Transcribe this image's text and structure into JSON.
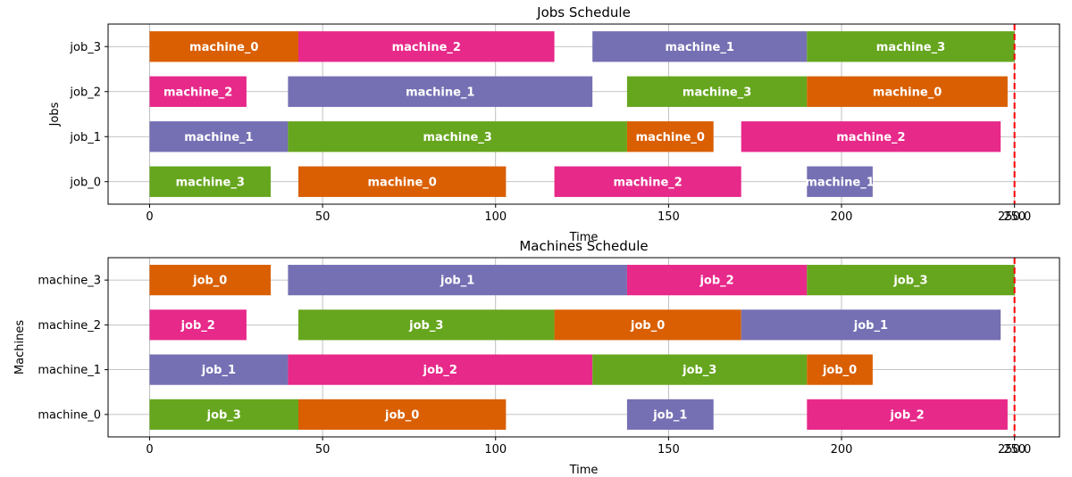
{
  "colors": {
    "machine_0": "#d95f02",
    "machine_1": "#7570b3",
    "machine_2": "#e7298a",
    "machine_3": "#66a61e",
    "job_0": "#d95f02",
    "job_1": "#7570b3",
    "job_2": "#e7298a",
    "job_3": "#66a61e",
    "makespan_line": "#ff0000"
  },
  "chart_data": [
    {
      "type": "gantt",
      "title": "Jobs Schedule",
      "xlabel": "Time",
      "ylabel": "Jobs",
      "xlim": [
        -12,
        263
      ],
      "xticks": [
        0,
        50,
        100,
        150,
        200,
        250
      ],
      "xtick_labels": [
        "0",
        "50",
        "100",
        "150",
        "200",
        "250"
      ],
      "grid": true,
      "makespan": 250,
      "makespan_label": "250.0",
      "rows": [
        "job_0",
        "job_1",
        "job_2",
        "job_3"
      ],
      "tasks": [
        {
          "row": "job_3",
          "label": "machine_0",
          "start": 0,
          "end": 43
        },
        {
          "row": "job_3",
          "label": "machine_2",
          "start": 43,
          "end": 117
        },
        {
          "row": "job_3",
          "label": "machine_1",
          "start": 128,
          "end": 190
        },
        {
          "row": "job_3",
          "label": "machine_3",
          "start": 190,
          "end": 250
        },
        {
          "row": "job_2",
          "label": "machine_2",
          "start": 0,
          "end": 28
        },
        {
          "row": "job_2",
          "label": "machine_1",
          "start": 40,
          "end": 128
        },
        {
          "row": "job_2",
          "label": "machine_3",
          "start": 138,
          "end": 190
        },
        {
          "row": "job_2",
          "label": "machine_0",
          "start": 190,
          "end": 248
        },
        {
          "row": "job_1",
          "label": "machine_1",
          "start": 0,
          "end": 40
        },
        {
          "row": "job_1",
          "label": "machine_3",
          "start": 40,
          "end": 138
        },
        {
          "row": "job_1",
          "label": "machine_0",
          "start": 138,
          "end": 163
        },
        {
          "row": "job_1",
          "label": "machine_2",
          "start": 171,
          "end": 246
        },
        {
          "row": "job_0",
          "label": "machine_3",
          "start": 0,
          "end": 35
        },
        {
          "row": "job_0",
          "label": "machine_0",
          "start": 43,
          "end": 103
        },
        {
          "row": "job_0",
          "label": "machine_2",
          "start": 117,
          "end": 171
        },
        {
          "row": "job_0",
          "label": "machine_1",
          "start": 190,
          "end": 209
        }
      ]
    },
    {
      "type": "gantt",
      "title": "Machines Schedule",
      "xlabel": "Time",
      "ylabel": "Machines",
      "xlim": [
        -12,
        263
      ],
      "xticks": [
        0,
        50,
        100,
        150,
        200,
        250
      ],
      "xtick_labels": [
        "0",
        "50",
        "100",
        "150",
        "200",
        "250"
      ],
      "grid": true,
      "makespan": 250,
      "makespan_label": "250.0",
      "rows": [
        "machine_0",
        "machine_1",
        "machine_2",
        "machine_3"
      ],
      "tasks": [
        {
          "row": "machine_3",
          "label": "job_0",
          "start": 0,
          "end": 35
        },
        {
          "row": "machine_3",
          "label": "job_1",
          "start": 40,
          "end": 138
        },
        {
          "row": "machine_3",
          "label": "job_2",
          "start": 138,
          "end": 190
        },
        {
          "row": "machine_3",
          "label": "job_3",
          "start": 190,
          "end": 250
        },
        {
          "row": "machine_2",
          "label": "job_2",
          "start": 0,
          "end": 28
        },
        {
          "row": "machine_2",
          "label": "job_3",
          "start": 43,
          "end": 117
        },
        {
          "row": "machine_2",
          "label": "job_0",
          "start": 117,
          "end": 171
        },
        {
          "row": "machine_2",
          "label": "job_1",
          "start": 171,
          "end": 246
        },
        {
          "row": "machine_1",
          "label": "job_1",
          "start": 0,
          "end": 40
        },
        {
          "row": "machine_1",
          "label": "job_2",
          "start": 40,
          "end": 128
        },
        {
          "row": "machine_1",
          "label": "job_3",
          "start": 128,
          "end": 190
        },
        {
          "row": "machine_1",
          "label": "job_0",
          "start": 190,
          "end": 209
        },
        {
          "row": "machine_0",
          "label": "job_3",
          "start": 0,
          "end": 43
        },
        {
          "row": "machine_0",
          "label": "job_0",
          "start": 43,
          "end": 103
        },
        {
          "row": "machine_0",
          "label": "job_1",
          "start": 138,
          "end": 163
        },
        {
          "row": "machine_0",
          "label": "job_2",
          "start": 190,
          "end": 248
        }
      ]
    }
  ]
}
